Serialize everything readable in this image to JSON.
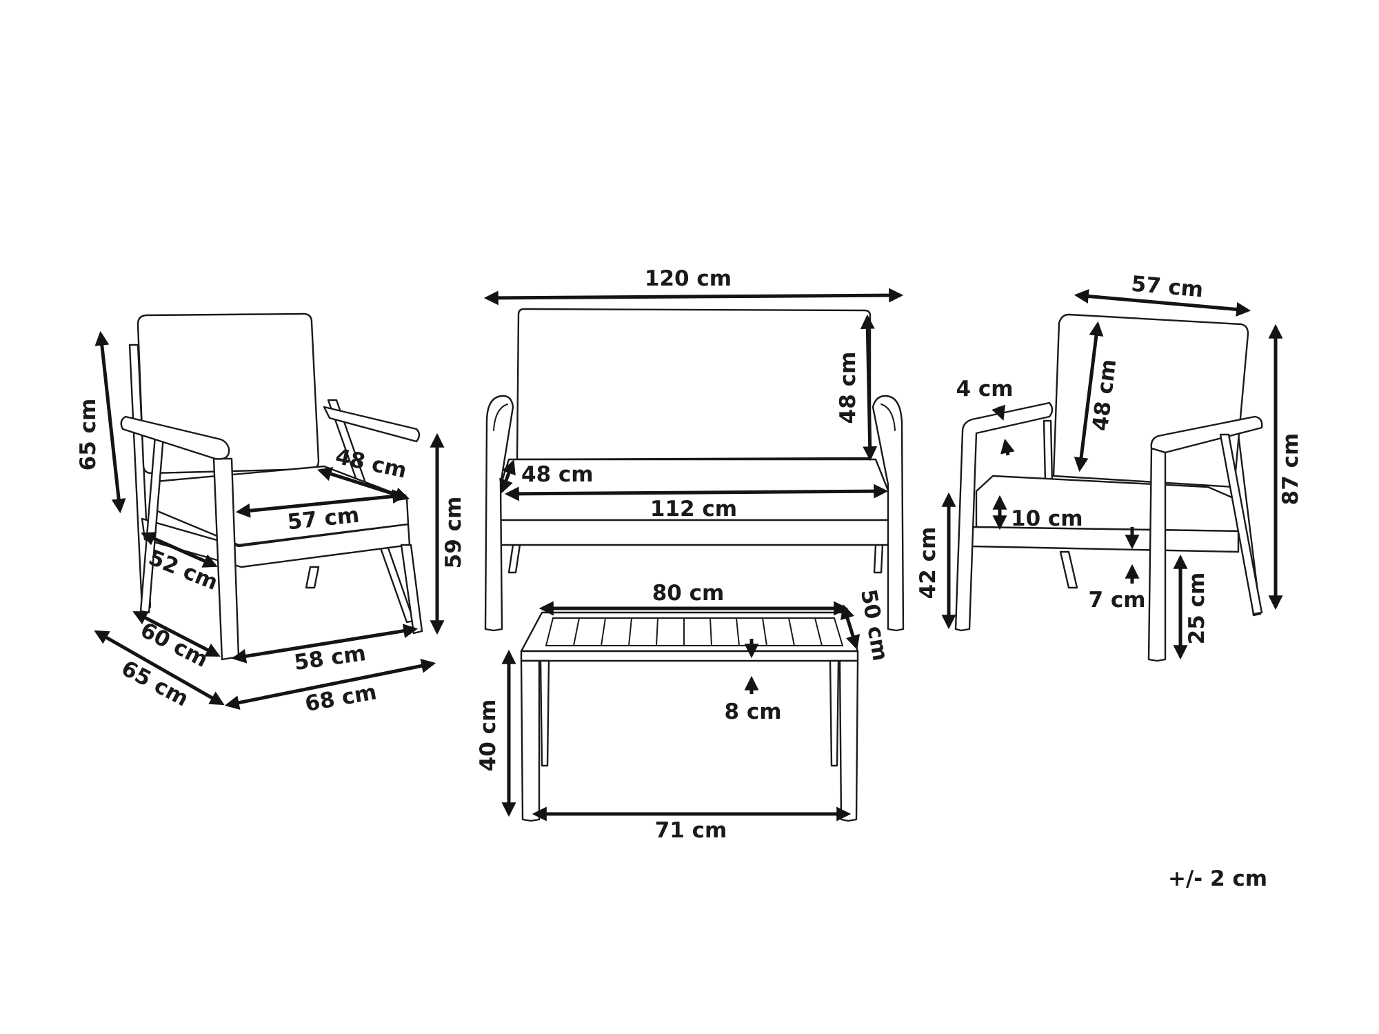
{
  "tolerance": "+/- 2 cm",
  "armchair_left": {
    "back_height": "65 cm",
    "seat_depth": "48 cm",
    "seat_width": "57 cm",
    "arm_height": "59 cm",
    "side_depth": "52 cm",
    "base_depth": "60 cm",
    "base_width": "58 cm",
    "overall_depth": "65 cm",
    "overall_width": "68 cm"
  },
  "sofa": {
    "overall_width": "120 cm",
    "back_height": "48 cm",
    "seat_depth": "48 cm",
    "seat_width": "112 cm"
  },
  "table": {
    "top_width": "80 cm",
    "top_depth": "50 cm",
    "height": "40 cm",
    "top_thickness": "8 cm",
    "base_width": "71 cm"
  },
  "armchair_right": {
    "width": "57 cm",
    "back_height": "48 cm",
    "arm_thickness": "4 cm",
    "total_height": "87 cm",
    "seat_height": "42 cm",
    "cushion_thickness": "10 cm",
    "frame_thickness": "7 cm",
    "leg_height": "25 cm"
  }
}
